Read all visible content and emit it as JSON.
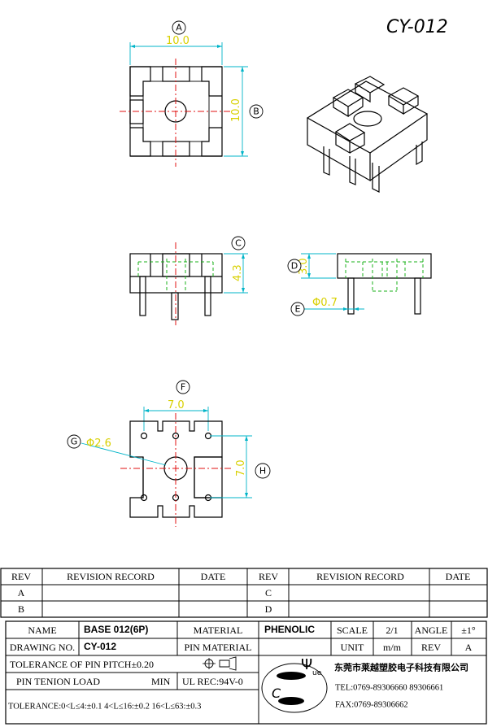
{
  "drawing": {
    "part_number": "CY-012",
    "dimensions": {
      "width_top": "10.0",
      "height_top": "10.0",
      "body_height_front": "4.3",
      "body_height_side": "3.0",
      "pin_diameter": "Φ0.7",
      "pin_pitch_x": "7.0",
      "pin_pitch_y": "7.0",
      "hole_diameter": "Φ2.6"
    },
    "callouts": [
      "A",
      "B",
      "C",
      "D",
      "E",
      "F",
      "G",
      "H"
    ]
  },
  "revision_table": {
    "headers": [
      "REV",
      "REVISION RECORD",
      "DATE",
      "REV",
      "REVISION RECORD",
      "DATE"
    ],
    "rows": [
      [
        "A",
        "",
        "",
        "C",
        "",
        ""
      ],
      [
        "B",
        "",
        "",
        "D",
        "",
        ""
      ]
    ]
  },
  "title_block": {
    "name_label": "NAME",
    "name_value": "BASE 012(6P)",
    "material_label": "MATERIAL",
    "material_value": "PHENOLIC",
    "scale_label": "SCALE",
    "scale_value": "2/1",
    "angle_label": "ANGLE",
    "angle_value": "±1°",
    "drawing_no_label": "DRAWING NO.",
    "drawing_no_value": "CY-012",
    "pin_material_label": "PIN MATERIAL",
    "unit_label": "UNIT",
    "unit_value": "m/m",
    "rev_label": "REV",
    "rev_value": "A",
    "pitch_tolerance": "TOLERANCE OF PIN PITCH±0.20",
    "pin_tension_label": "PIN TENION LOAD",
    "pin_tension_value": "MIN",
    "ul_rec": "UL REC:94V-0",
    "general_tolerance": "TOLERANCE:0<L≤4:±0.1   4<L≤16:±0.2   16<L≤63:±0.3",
    "company_name": "东莞市莱越塑胶电子科技有限公司",
    "tel": "TEL:0769-89306660 89306661",
    "fax": "FAX:0769-89306662",
    "logo_text": "Ψue Ce"
  }
}
